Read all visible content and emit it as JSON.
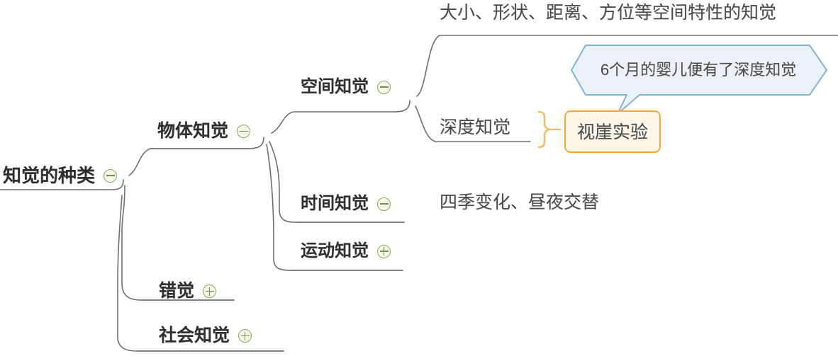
{
  "diagram": {
    "title": "知觉的种类",
    "type": "mind-map",
    "background": "#ffffff",
    "colors": {
      "branch_line": "#6f6f73",
      "toggle_border": "#87ab52",
      "toggle_glyph": "#6f9440",
      "box_border": "#f0a93c",
      "box_fill": "#fdf6e9",
      "brace": "#f5b84f",
      "callout_border": "#7fb4d8",
      "callout_fill": "#eaf1f7",
      "node_text": "#2f2f2f",
      "leaf_text": "#4a4a4a"
    }
  },
  "root": {
    "label": "知觉的种类",
    "toggle": "minus"
  },
  "nodes": {
    "object_perception": {
      "label": "物体知觉",
      "toggle": "minus"
    },
    "spatial_perception": {
      "label": "空间知觉",
      "toggle": "minus"
    },
    "spatial_detail": {
      "label": "大小、形状、距离、方位等空间特性的知觉"
    },
    "depth_perception": {
      "label": "深度知觉"
    },
    "visual_cliff": {
      "label": "视崖实验"
    },
    "callout": {
      "label": "6个月的婴儿便有了深度知觉"
    },
    "time_perception": {
      "label": "时间知觉",
      "toggle": "minus"
    },
    "time_detail": {
      "label": "四季变化、昼夜交替"
    },
    "motion_perception": {
      "label": "运动知觉",
      "toggle": "plus"
    },
    "illusion": {
      "label": "错觉",
      "toggle": "plus"
    },
    "social_perception": {
      "label": "社会知觉",
      "toggle": "plus"
    }
  },
  "tree": [
    {
      "label": "知觉的种类",
      "children": [
        {
          "label": "物体知觉",
          "children": [
            {
              "label": "空间知觉",
              "children": [
                {
                  "label": "大小、形状、距离、方位等空间特性的知觉"
                },
                {
                  "label": "深度知觉",
                  "children": [
                    {
                      "label": "视崖实验",
                      "note": "6个月的婴儿便有了深度知觉"
                    }
                  ]
                }
              ]
            },
            {
              "label": "时间知觉",
              "children": [
                {
                  "label": "四季变化、昼夜交替"
                }
              ]
            },
            {
              "label": "运动知觉",
              "collapsed": true
            }
          ]
        },
        {
          "label": "错觉",
          "collapsed": true
        },
        {
          "label": "社会知觉",
          "collapsed": true
        }
      ]
    }
  ]
}
